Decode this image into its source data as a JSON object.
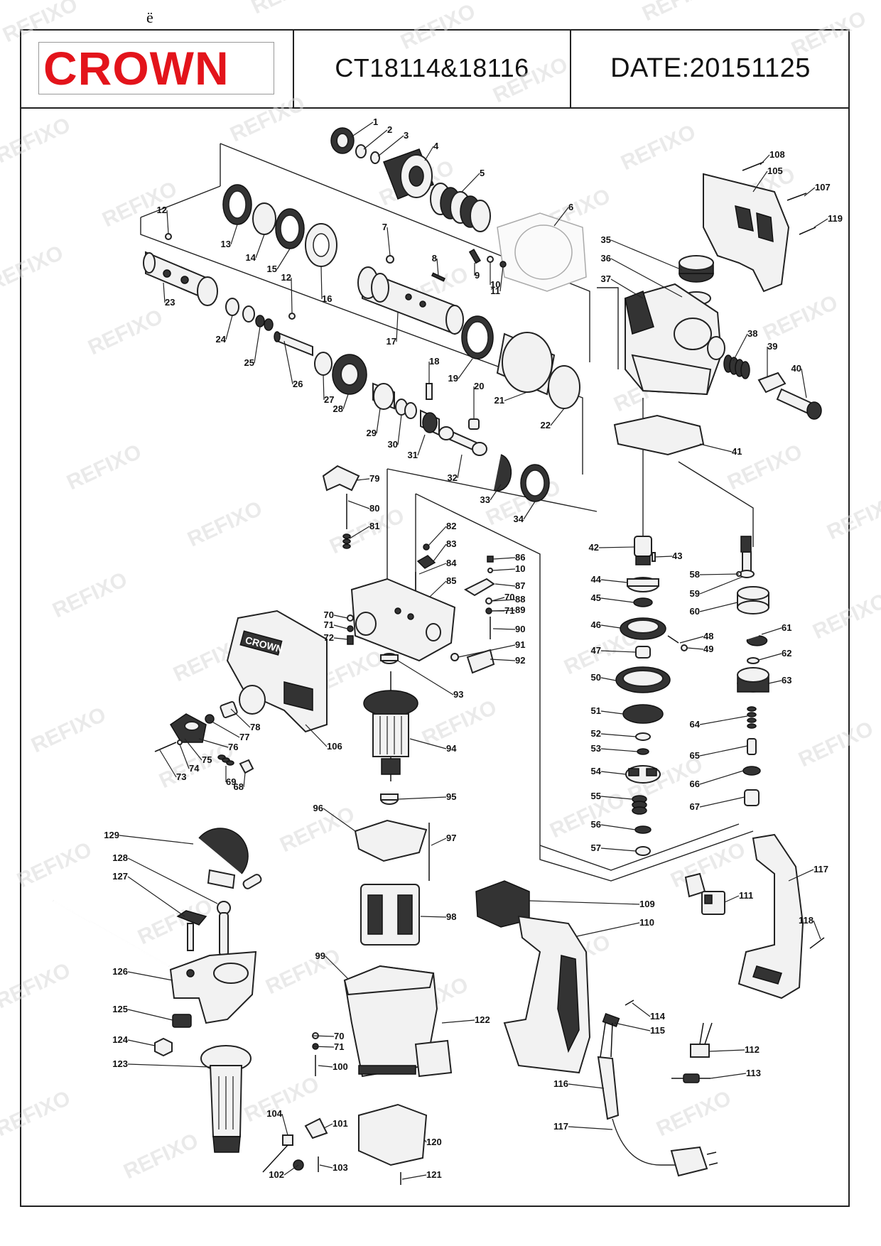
{
  "stray_mark": "ë",
  "header": {
    "brand": "CROWN",
    "model": "CT18114&18116",
    "date": "DATE:20151125",
    "brand_color": "#e3141b"
  },
  "watermark": "REFIXO",
  "housing_emboss": "CROWN",
  "part_numbers": [
    "1",
    "2",
    "3",
    "4",
    "5",
    "6",
    "7",
    "8",
    "9",
    "10",
    "11",
    "12",
    "12",
    "13",
    "14",
    "15",
    "16",
    "17",
    "18",
    "19",
    "20",
    "21",
    "22",
    "23",
    "24",
    "25",
    "26",
    "27",
    "28",
    "29",
    "30",
    "31",
    "32",
    "33",
    "34",
    "35",
    "36",
    "37",
    "38",
    "39",
    "40",
    "41",
    "42",
    "43",
    "44",
    "45",
    "46",
    "47",
    "48",
    "49",
    "50",
    "51",
    "52",
    "53",
    "54",
    "55",
    "56",
    "57",
    "58",
    "59",
    "60",
    "61",
    "62",
    "63",
    "64",
    "65",
    "66",
    "67",
    "68",
    "69",
    "70",
    "70",
    "70",
    "71",
    "71",
    "71",
    "72",
    "73",
    "74",
    "75",
    "76",
    "77",
    "78",
    "79",
    "80",
    "81",
    "82",
    "83",
    "84",
    "85",
    "86",
    "10",
    "87",
    "88",
    "89",
    "90",
    "91",
    "92",
    "93",
    "94",
    "95",
    "96",
    "97",
    "98",
    "99",
    "100",
    "101",
    "102",
    "103",
    "104",
    "105",
    "106",
    "107",
    "108",
    "109",
    "110",
    "111",
    "112",
    "113",
    "114",
    "115",
    "116",
    "117",
    "117",
    "118",
    "119",
    "120",
    "121",
    "122",
    "123",
    "124",
    "125",
    "126",
    "127",
    "128",
    "129"
  ]
}
